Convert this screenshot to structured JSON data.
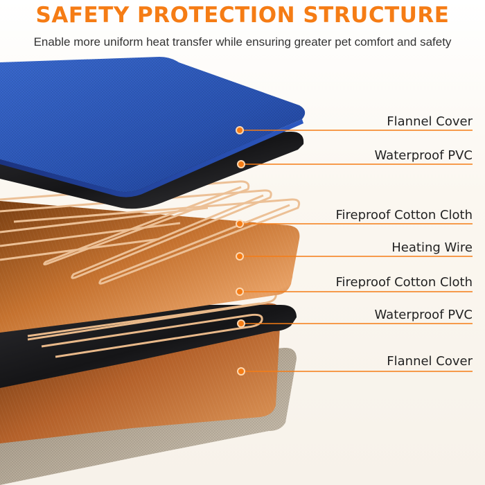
{
  "header": {
    "title": "SAFETY PROTECTION STRUCTURE",
    "subtitle": "Enable more uniform heat transfer while ensuring greater pet comfort and safety"
  },
  "layers": [
    {
      "name": "Flannel Cover"
    },
    {
      "name": "Waterproof PVC"
    },
    {
      "name": "Fireproof Cotton Cloth"
    },
    {
      "name": "Heating Wire"
    },
    {
      "name": "Fireproof Cotton Cloth"
    },
    {
      "name": "Waterproof PVC"
    },
    {
      "name": "Flannel Cover"
    }
  ],
  "colors": {
    "accent": "#f57c15",
    "flannel_top": "#2b56b8",
    "pvc": "#1b1b1e",
    "copper": "#c8783a",
    "wire": "#e9b98a",
    "flannel_bottom": "#b9ab98"
  }
}
